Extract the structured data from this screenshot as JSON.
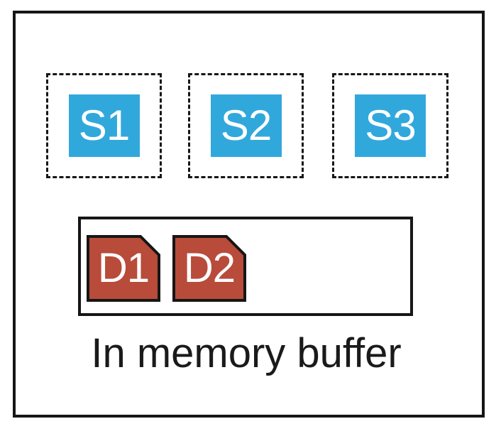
{
  "diagram": {
    "sources": [
      {
        "label": "S1"
      },
      {
        "label": "S2"
      },
      {
        "label": "S3"
      }
    ],
    "buffer": {
      "documents": [
        {
          "label": "D1"
        },
        {
          "label": "D2"
        }
      ],
      "caption": "In memory buffer"
    },
    "colors": {
      "source_fill": "#31a8dc",
      "document_fill": "#b84b3a",
      "border": "#161616",
      "label_text": "#ffffff",
      "caption_text": "#1a1a1a",
      "background": "#ffffff"
    }
  }
}
